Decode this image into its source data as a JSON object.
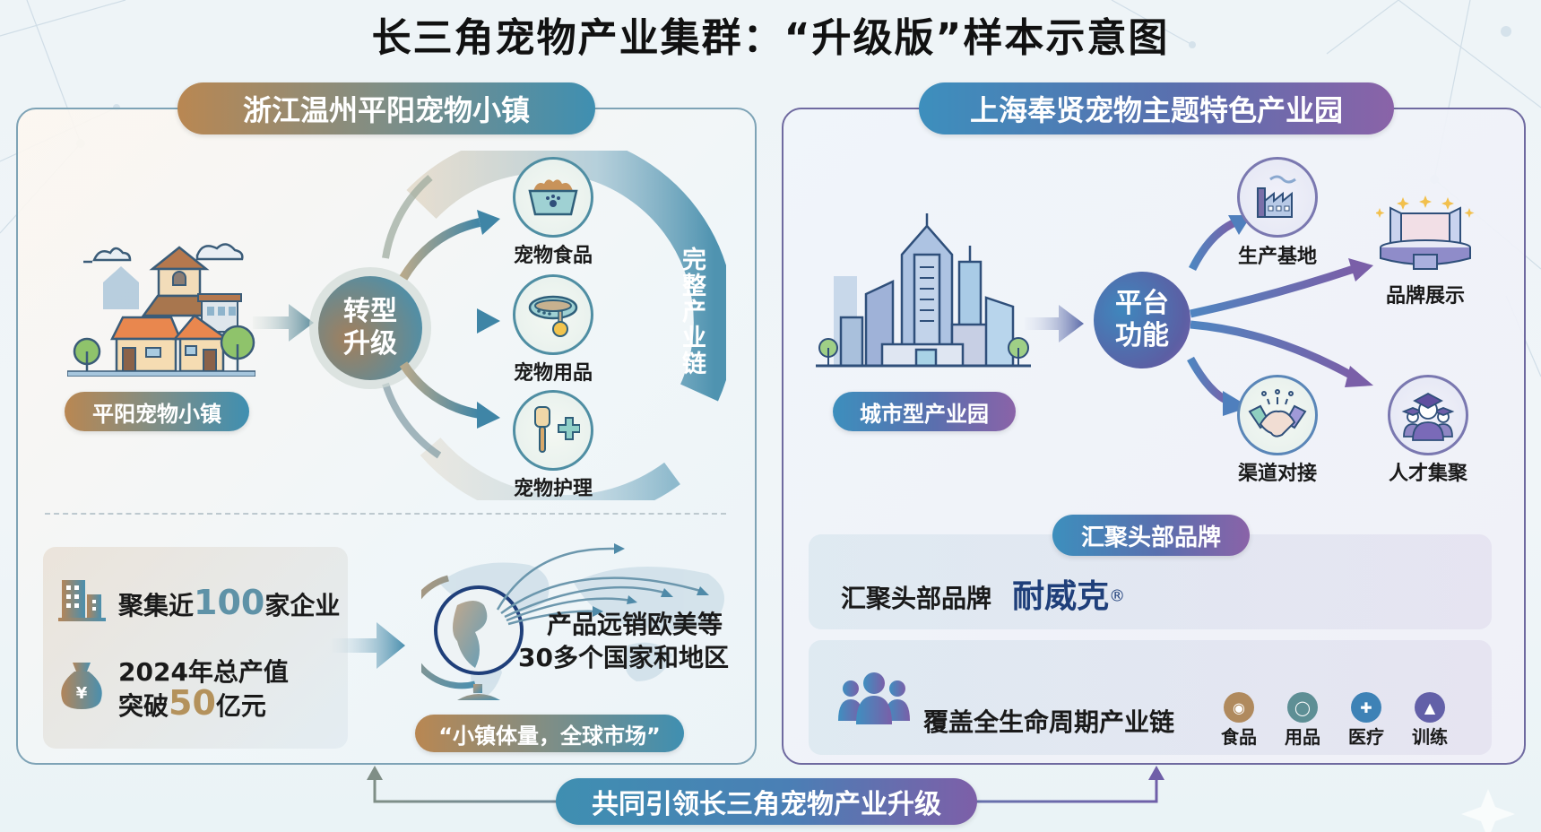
{
  "title": "长三角宠物产业集群：“升级版”样本示意图",
  "left_panel": {
    "header": "浙江温州平阳宠物小镇",
    "town_label": "平阳宠物小镇",
    "center_node": [
      "转型",
      "升级"
    ],
    "chain_label": "完整产业链",
    "products": [
      {
        "label": "宠物食品",
        "icon": "pet-food-bowl-icon"
      },
      {
        "label": "宠物用品",
        "icon": "pet-collar-icon"
      },
      {
        "label": "宠物护理",
        "icon": "pet-grooming-brush-icon"
      }
    ],
    "stats": {
      "enterprises": {
        "prefix": "聚集近",
        "number": "100",
        "suffix": "家企业"
      },
      "output_line1": "2024年总产值",
      "output": {
        "prefix": "突破",
        "number": "50",
        "suffix": "亿元"
      }
    },
    "export": {
      "line1": "产品远销欧美等",
      "line2": "30多个国家和地区"
    },
    "slogan": "“小镇体量，全球市场”"
  },
  "right_panel": {
    "header": "上海奉贤宠物主题特色产业园",
    "park_label": "城市型产业园",
    "center_node": [
      "平台",
      "功能"
    ],
    "functions": [
      {
        "label": "生产基地",
        "icon": "factory-icon"
      },
      {
        "label": "品牌展示",
        "icon": "stage-showcase-icon"
      },
      {
        "label": "渠道对接",
        "icon": "handshake-icon"
      },
      {
        "label": "人才集聚",
        "icon": "graduates-icon"
      }
    ],
    "brand_section": {
      "badge": "汇聚头部品牌",
      "text": "汇聚头部品牌",
      "brand": "耐威克",
      "reg_mark": "®"
    },
    "lifecycle": {
      "text": "覆盖全生命周期产业链",
      "items": [
        {
          "label": "食品",
          "icon": "food-icon",
          "color": "#b08a5e"
        },
        {
          "label": "用品",
          "icon": "collar-icon",
          "color": "#5e8f95"
        },
        {
          "label": "医疗",
          "icon": "medical-kit-icon",
          "color": "#3e82b6"
        },
        {
          "label": "训练",
          "icon": "graduation-cap-icon",
          "color": "#6360a8"
        }
      ]
    }
  },
  "footer": {
    "banner": "共同引领长三角宠物产业升级"
  },
  "colors": {
    "warm_brown": "#b98752",
    "teal_blue": "#3f8fb1",
    "royal_blue": "#3d8fbd",
    "purple": "#8a63a8",
    "brand_navy": "#1f3f7a"
  }
}
